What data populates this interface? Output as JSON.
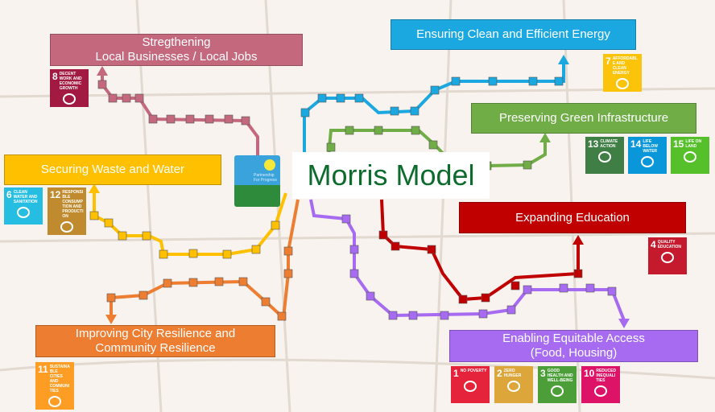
{
  "colors": {
    "pink": "#c4687e",
    "blue": "#1ba8e0",
    "green": "#70ad47",
    "yellow": "#ffc000",
    "red": "#c00000",
    "orange": "#ed7d31",
    "purple": "#a66bf0"
  },
  "center": {
    "title": "Morris Model",
    "logo_text": "Partnership For Progress"
  },
  "themes": [
    {
      "id": "business",
      "title_line1": "Stregthening",
      "title_line2": "Local Businesses / Local Jobs",
      "sdgs": [
        {
          "num": "8",
          "label": "DECENT WORK AND ECONOMIC GROWTH",
          "icon": "growth-chart-icon",
          "color": "#a21942"
        }
      ]
    },
    {
      "id": "energy",
      "title_line1": "Ensuring Clean and Efficient Energy",
      "sdgs": [
        {
          "num": "7",
          "label": "AFFORDABLE AND CLEAN ENERGY",
          "icon": "sun-power-icon",
          "color": "#fcc30b"
        }
      ]
    },
    {
      "id": "green",
      "title_line1": "Preserving Green Infrastructure",
      "sdgs": [
        {
          "num": "13",
          "label": "CLIMATE ACTION",
          "icon": "eye-globe-icon",
          "color": "#3f7e44"
        },
        {
          "num": "14",
          "label": "LIFE BELOW WATER",
          "icon": "fish-icon",
          "color": "#0a97d9"
        },
        {
          "num": "15",
          "label": "LIFE ON LAND",
          "icon": "tree-icon",
          "color": "#56c02b"
        }
      ]
    },
    {
      "id": "waste",
      "title_line1": "Securing Waste and Water",
      "sdgs": [
        {
          "num": "6",
          "label": "CLEAN WATER AND SANITATION",
          "icon": "water-drop-icon",
          "color": "#26bde2"
        },
        {
          "num": "12",
          "label": "RESPONSIBLE CONSUMPTION AND PRODUCTION",
          "icon": "infinity-icon",
          "color": "#bf8b2e"
        }
      ]
    },
    {
      "id": "education",
      "title_line1": "Expanding Education",
      "sdgs": [
        {
          "num": "4",
          "label": "QUALITY EDUCATION",
          "icon": "book-icon",
          "color": "#c5192d"
        }
      ]
    },
    {
      "id": "resilience",
      "title_line1": "Improving City Resilience and",
      "title_line2": "Community Resilience",
      "sdgs": [
        {
          "num": "11",
          "label": "SUSTAINABLE CITIES AND COMMUNITIES",
          "icon": "city-icon",
          "color": "#fd9d24"
        }
      ]
    },
    {
      "id": "access",
      "title_line1": "Enabling Equitable Access",
      "title_line2": "(Food, Housing)",
      "sdgs": [
        {
          "num": "1",
          "label": "NO POVERTY",
          "icon": "family-icon",
          "color": "#e5243b"
        },
        {
          "num": "2",
          "label": "ZERO HUNGER",
          "icon": "bowl-icon",
          "color": "#dda63a"
        },
        {
          "num": "3",
          "label": "GOOD HEALTH AND WELL-BEING",
          "icon": "heartbeat-icon",
          "color": "#4c9f38"
        },
        {
          "num": "10",
          "label": "REDUCED INEQUALITIES",
          "icon": "equals-icon",
          "color": "#dd1367"
        }
      ]
    }
  ]
}
